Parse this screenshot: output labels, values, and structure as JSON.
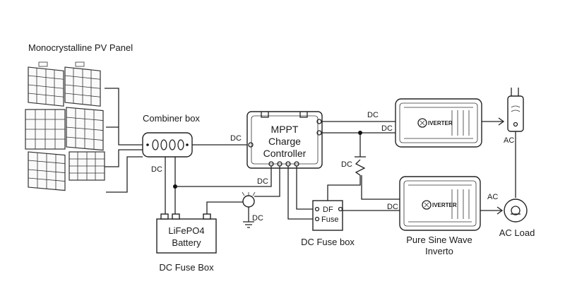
{
  "labels": {
    "pv_panel": "Monocrystalline PV Panel",
    "combiner_box": "Combiner box",
    "controller_line1": "MPPT",
    "controller_line2": "Charge",
    "controller_line3": "Controller",
    "battery_line1": "LiFePO4",
    "battery_line2": "Battery",
    "battery_caption": "DC Fuse Box",
    "fuse_box_caption": "DC Fuse box",
    "fuse_df": "DF",
    "fuse_fuse": "Fuse",
    "inverter_brand_top": "IVERTER",
    "inverter_brand_bottom": "IVERTER",
    "inverter_caption_line1": "Pure Sine Wave",
    "inverter_caption_line2": "Inverto",
    "ac_load": "AC Load"
  },
  "line_labels": {
    "dc_combiner_out": "DC",
    "dc_combiner_down": "DC",
    "dc_controller_bottom": "DC",
    "dc_ground": "DC",
    "dc_inv1_a": "DC",
    "dc_inv1_b": "DC",
    "dc_breaker": "DC",
    "dc_inv2": "DC",
    "ac_plug": "AC",
    "ac_inv2": "AC"
  }
}
